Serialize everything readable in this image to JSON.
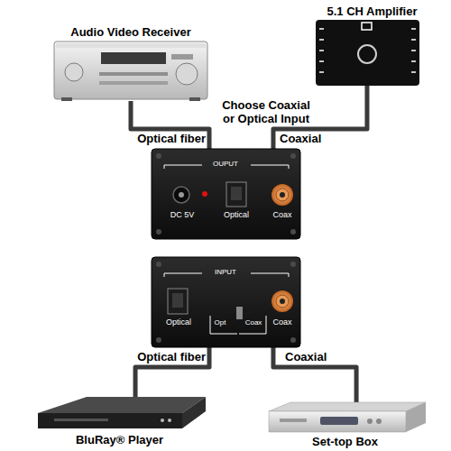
{
  "diagram": {
    "nodes": [
      {
        "text": [
          "Audio Video Receiver"
        ]
      },
      {
        "text": [
          "5.1 CH Amplifier"
        ]
      },
      {
        "text": [
          "OUPUT",
          "DC 5V",
          "Optical",
          "Coax"
        ]
      },
      {
        "text": [
          "INPUT",
          "Optical",
          "Opt",
          "Coax",
          "Coax"
        ]
      },
      {
        "text": [
          "BluRay® Player"
        ]
      },
      {
        "text": [
          "Set-top Box"
        ]
      }
    ],
    "edges": [
      {
        "from": 2,
        "to": 0,
        "label": "Optical fiber",
        "arrow": "none"
      },
      {
        "from": 2,
        "to": 1,
        "label": "Coaxial",
        "arrow": "none"
      },
      {
        "from": 4,
        "to": 3,
        "label": "Optical fiber",
        "arrow": "none"
      },
      {
        "from": 5,
        "to": 3,
        "label": "Coaxial",
        "arrow": "none"
      }
    ],
    "labels": [
      "Choose Coaxial or Optical Input"
    ]
  }
}
